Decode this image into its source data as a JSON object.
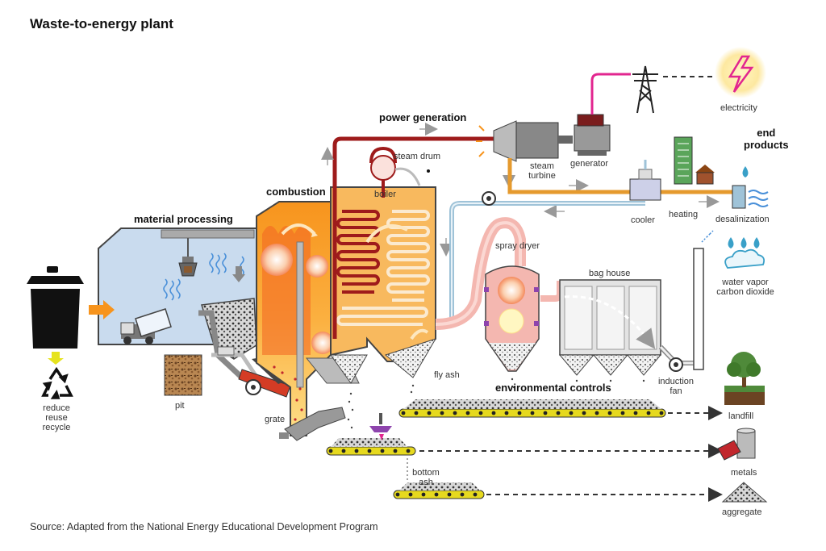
{
  "title": "Waste-to-energy plant",
  "source": "Source: Adapted from the National Energy Educational Development Program",
  "sections": {
    "material_processing": "material processing",
    "combustion": "combustion",
    "power_generation": "power generation",
    "end_products": [
      "end",
      "products"
    ],
    "environmental_controls": "environmental controls"
  },
  "labels": {
    "reduce_reuse_recycle": [
      "reduce",
      "reuse",
      "recycle"
    ],
    "pit": "pit",
    "grate": "grate",
    "boiler": "boiler",
    "steam_drum": "steam drum",
    "steam_turbine": [
      "steam",
      "turbine"
    ],
    "generator": "generator",
    "electricity": "electricity",
    "cooler": "cooler",
    "heating": "heating",
    "desalinization": "desalinization",
    "spray_dryer": "spray dryer",
    "bag_house": "bag house",
    "water_vapor_co2": [
      "water vapor",
      "carbon dioxide"
    ],
    "fly_ash": "fly ash",
    "induction_fan": [
      "induction",
      "fan"
    ],
    "landfill": "landfill",
    "metals": "metals",
    "bottom_ash": [
      "bottom",
      "ash"
    ],
    "aggregate": "aggregate"
  },
  "icons": [
    "trash-can-icon",
    "recycle-icon",
    "truck-icon",
    "crane-claw-icon",
    "power-tower-icon",
    "lightning-icon",
    "water-drop-icon",
    "cloud-icon",
    "tree-icon",
    "magnet-icon"
  ],
  "colors": {
    "fire": "#f7941d",
    "flame_light": "#fdd37a",
    "steam_pipe": "#9e1b1b",
    "water_pipe": "#9fc3d8",
    "hot_water_pipe": "#e59a2e",
    "conveyor": "#e6d91e",
    "building": "#c9dbee",
    "spray_dryer": "#f4b7b0",
    "bag_house": "#e3e3e3",
    "electric_wire": "#e2268f",
    "arrow": "#f7941d"
  }
}
